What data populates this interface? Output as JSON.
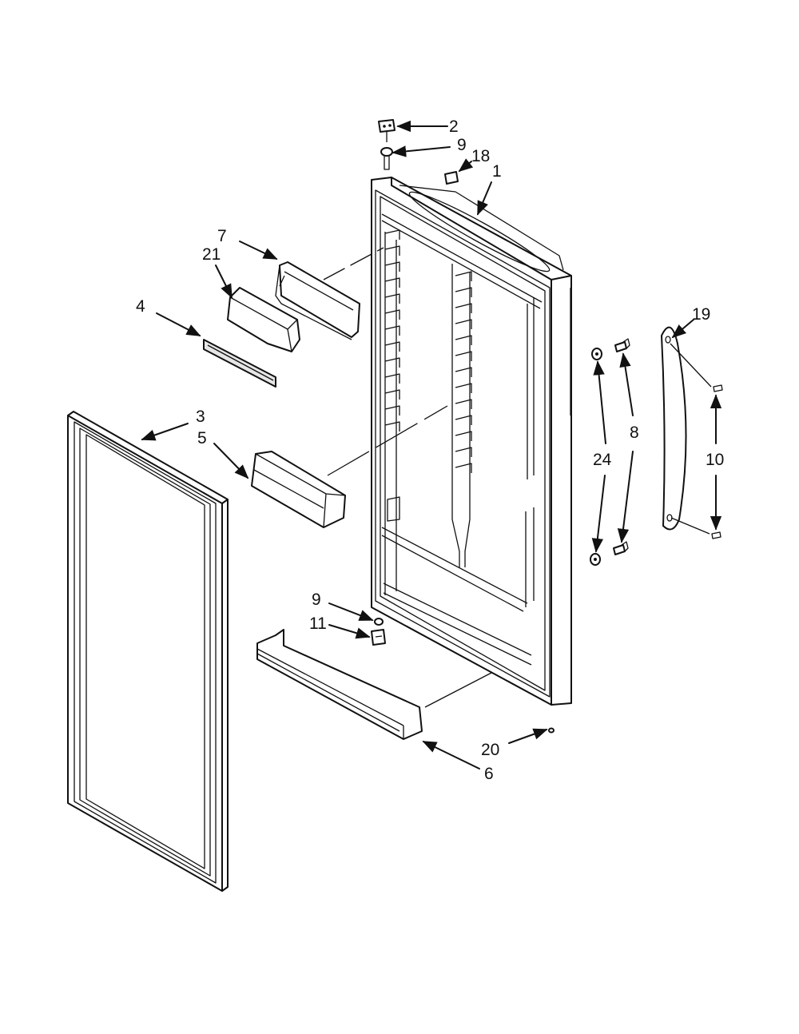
{
  "diagram": {
    "labels": {
      "l1": "1",
      "l2": "2",
      "l3": "3",
      "l4": "4",
      "l5": "5",
      "l6": "6",
      "l7": "7",
      "l8": "8",
      "l9_top": "9",
      "l9_bottom": "9",
      "l10": "10",
      "l11": "11",
      "l18": "18",
      "l19": "19",
      "l20": "20",
      "l21": "21",
      "l24": "24"
    },
    "colors": {
      "line": "#111111",
      "background": "#ffffff",
      "shade": "#e6e6e6"
    }
  }
}
